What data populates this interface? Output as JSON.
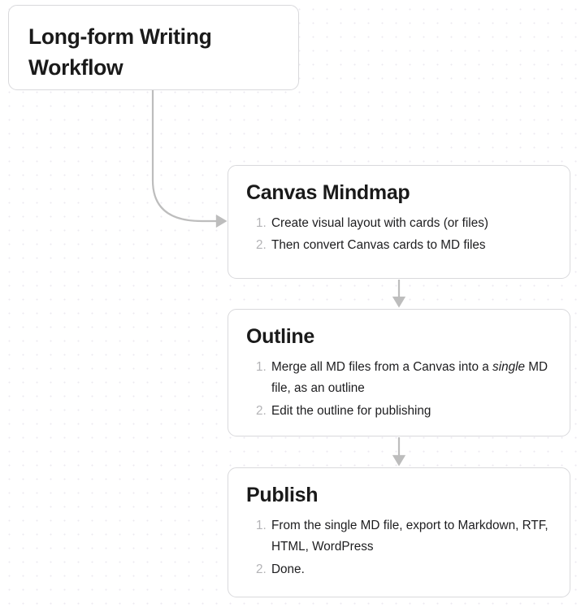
{
  "diagram": {
    "title_card": {
      "title": "Long-form Writing Workflow"
    },
    "cards": [
      {
        "id": "canvas",
        "title": "Canvas Mindmap",
        "steps": [
          "Create visual layout with cards (or files)",
          "Then convert Canvas cards to MD files"
        ]
      },
      {
        "id": "outline",
        "title": "Outline",
        "steps": [
          "Merge all MD files from a Canvas into a single MD file, as an outline",
          "Edit the outline for publishing"
        ],
        "step_1_parts": {
          "before": "Merge all MD files from a Canvas into a ",
          "emphasis": "single",
          "after": " MD file, as an outline"
        }
      },
      {
        "id": "publish",
        "title": "Publish",
        "steps": [
          "From the single MD file, export to Markdown, RTF, HTML, WordPress",
          "Done."
        ]
      }
    ],
    "connectors": [
      {
        "name": "title-to-canvas",
        "style": "curved-elbow",
        "from": "title_card",
        "to": "canvas"
      },
      {
        "name": "canvas-to-outline",
        "style": "straight-vertical",
        "from": "canvas",
        "to": "outline"
      },
      {
        "name": "outline-to-publish",
        "style": "straight-vertical",
        "from": "outline",
        "to": "publish"
      }
    ],
    "colors": {
      "card_border": "#d9d9dc",
      "card_background": "#ffffff",
      "heading_text": "#1a1a1a",
      "body_text": "#1d1d1f",
      "marker_text": "#b3b3b6",
      "connector": "#bdbdbd",
      "canvas_background": "#ffffff",
      "grid_dot": "#eceaf0"
    }
  }
}
